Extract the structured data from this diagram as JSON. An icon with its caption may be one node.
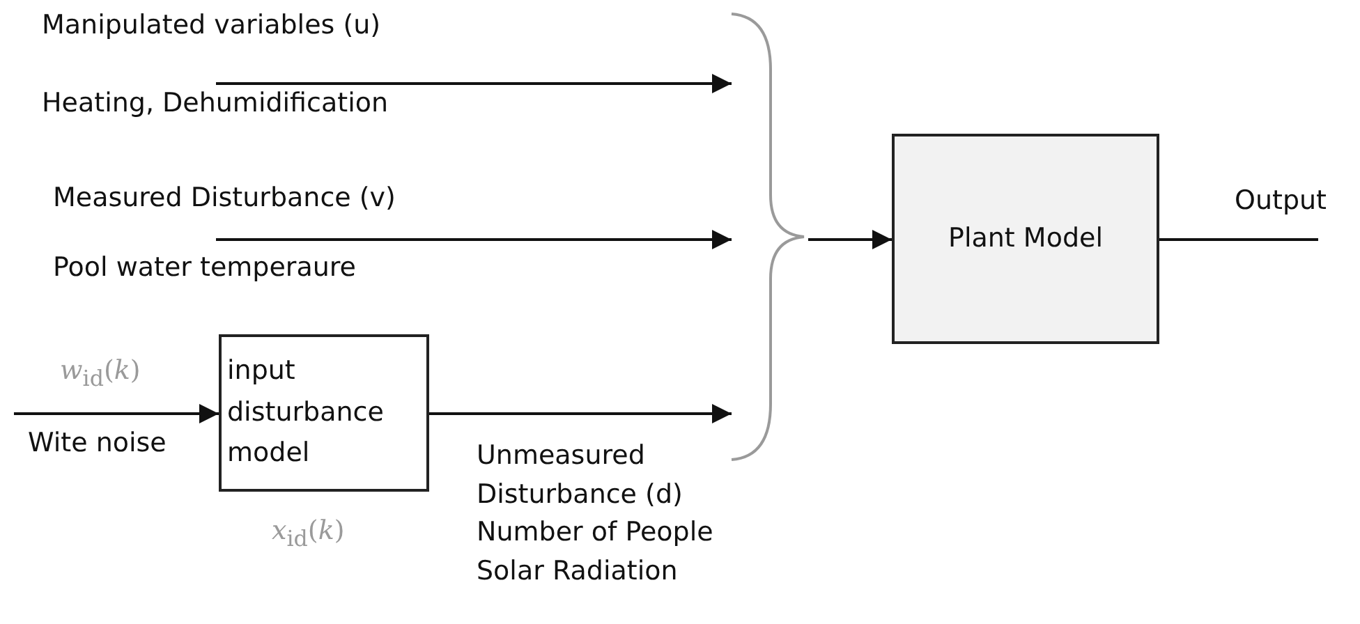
{
  "diagram": {
    "nodes": [
      {
        "text": [
          "Manipulated variables  (u)",
          "Heating, Dehumidification"
        ]
      },
      {
        "text": [
          "Measured Disturbance (v)",
          "Pool water temperaure"
        ]
      },
      {
        "text": [
          "*w*$_{id}$(*k*)",
          "Wite noise"
        ]
      },
      {
        "text": [
          "input disturbance model"
        ],
        "beside": [
          "*x*$_{id}$(*k*)"
        ]
      },
      {
        "text": [],
        "shape": "brace"
      },
      {
        "text": [
          "Plant Model"
        ]
      },
      {
        "text": [
          "Output"
        ]
      }
    ],
    "edges": [
      {
        "from": 0,
        "to": 4,
        "arrow": "to"
      },
      {
        "from": 1,
        "to": 4,
        "arrow": "to"
      },
      {
        "from": 2,
        "to": 3,
        "arrow": "to"
      },
      {
        "from": 3,
        "to": 4,
        "arrow": "to"
      },
      {
        "from": 4,
        "to": 5,
        "arrow": "to"
      },
      {
        "from": 5,
        "to": 6,
        "arrow": "none"
      }
    ],
    "labels": [
      "Unmeasured Disturbance (d)",
      "Number of People",
      "Solar Radiation"
    ]
  }
}
